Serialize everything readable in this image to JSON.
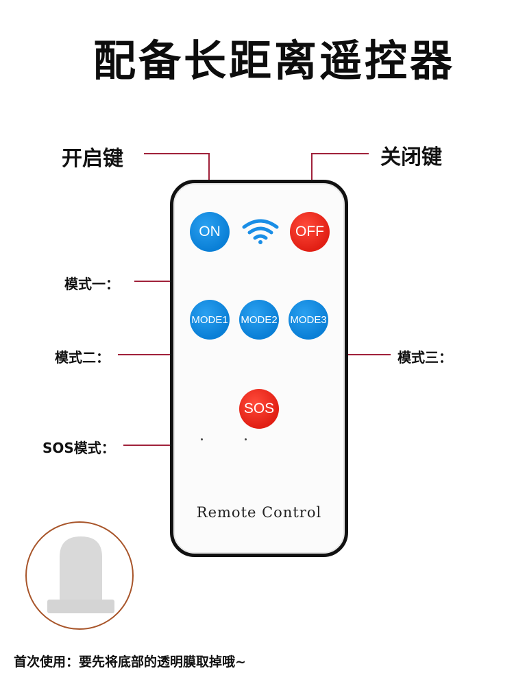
{
  "title": "配备长距离遥控器",
  "callouts": {
    "on_key": "开启键",
    "off_key": "关闭键",
    "mode1": "模式一：",
    "mode2": "模式二：",
    "mode3": "模式三：",
    "sos_mode": "SOS模式："
  },
  "remote": {
    "on": "ON",
    "off": "OFF",
    "mode1": "MODE1",
    "mode2": "MODE2",
    "mode3": "MODE3",
    "sos": "SOS",
    "label": "Remote Control"
  },
  "note": "首次使用：要先将底部的透明膜取掉哦~",
  "colors": {
    "button_blue": "#0a7fd6",
    "button_red": "#e11f14",
    "callout_line": "#a0213a",
    "cap_circle": "#a8552a"
  },
  "icons": [
    "wifi-icon",
    "battery-cap-icon"
  ]
}
